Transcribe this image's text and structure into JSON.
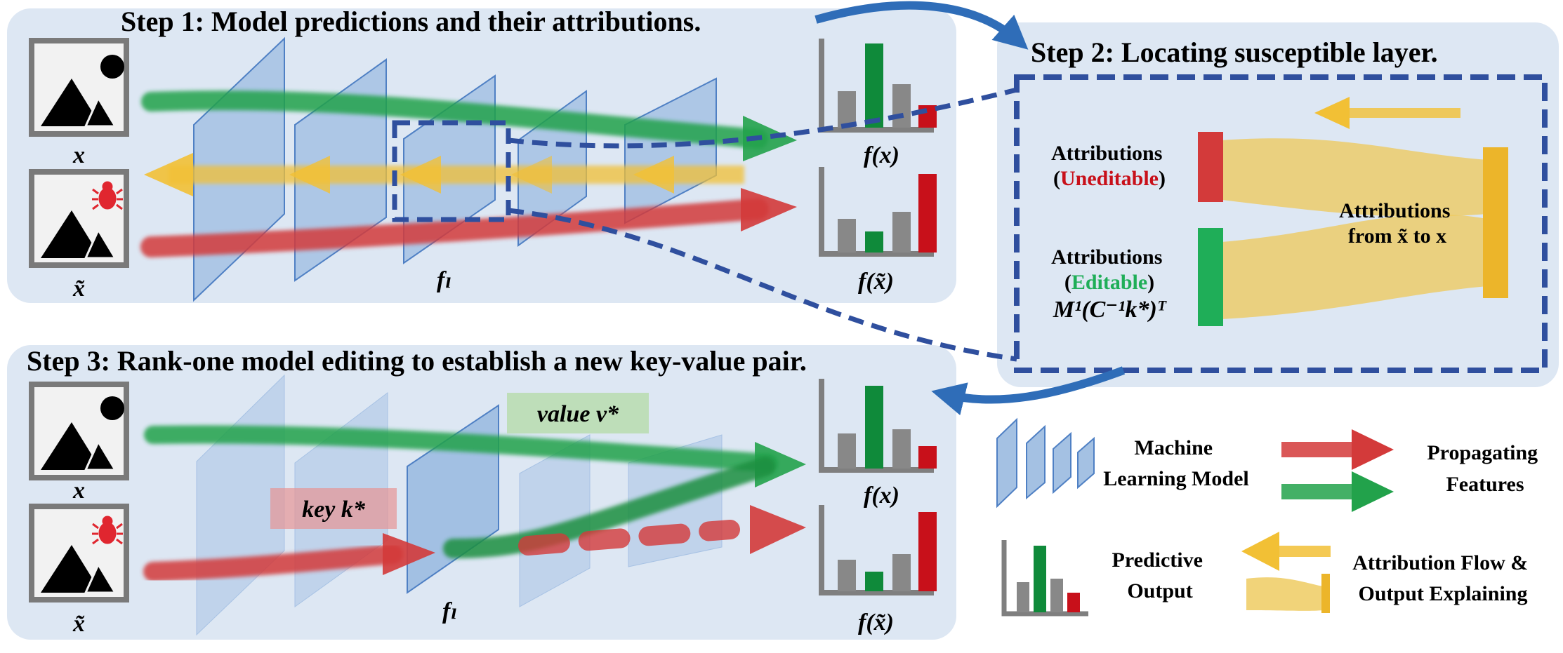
{
  "step1": {
    "title": "Step 1: Model predictions and their attributions."
  },
  "step2": {
    "title": "Step 2: Locating susceptible layer.",
    "attr_uneditable": {
      "line1": "Attributions",
      "open": "(",
      "word": "Uneditable",
      "close": ")"
    },
    "attr_editable": {
      "line1": "Attributions",
      "open": "(",
      "word": "Editable",
      "close": ")",
      "formula": "M¹(C⁻¹k*)ᵀ"
    },
    "attr_from": {
      "line1": "Attributions",
      "line2": "from x̃ to x"
    }
  },
  "step3": {
    "title": "Step 3: Rank-one model editing to establish a new key-value pair.",
    "key_label": "key k*",
    "value_label": "value v*"
  },
  "labels": {
    "x": "x",
    "x_tilde": "x̃",
    "f_l": "fₗ",
    "fx": "f(x)",
    "fx_tilde": "f(x̃)"
  },
  "legend": {
    "model": {
      "line1": "Machine",
      "line2": "Learning Model"
    },
    "propagating": {
      "line1": "Propagating",
      "line2": "Features"
    },
    "predictive": {
      "line1": "Predictive",
      "line2": "Output"
    },
    "attribution": {
      "line1": "Attribution Flow &",
      "line2": "Output Explaining"
    }
  },
  "colors": {
    "panel": "#dde7f3",
    "layer": "#94b6de",
    "layer_edge": "#4f80c4",
    "green": "#22a24b",
    "red": "#d33a3a",
    "yellow": "#f2c035",
    "gray": "#888888",
    "bar_green": "#0f8a3a",
    "bar_red": "#c8101a",
    "dash_blue": "#2f4f9e",
    "arrow_blue": "#2f6db8",
    "uneditable": "#c8101a",
    "editable": "#1fae58"
  },
  "icons": [
    "image-placeholder-icon",
    "bug-icon",
    "bar-chart-icon",
    "arrow-icon",
    "layer-stack-icon"
  ]
}
